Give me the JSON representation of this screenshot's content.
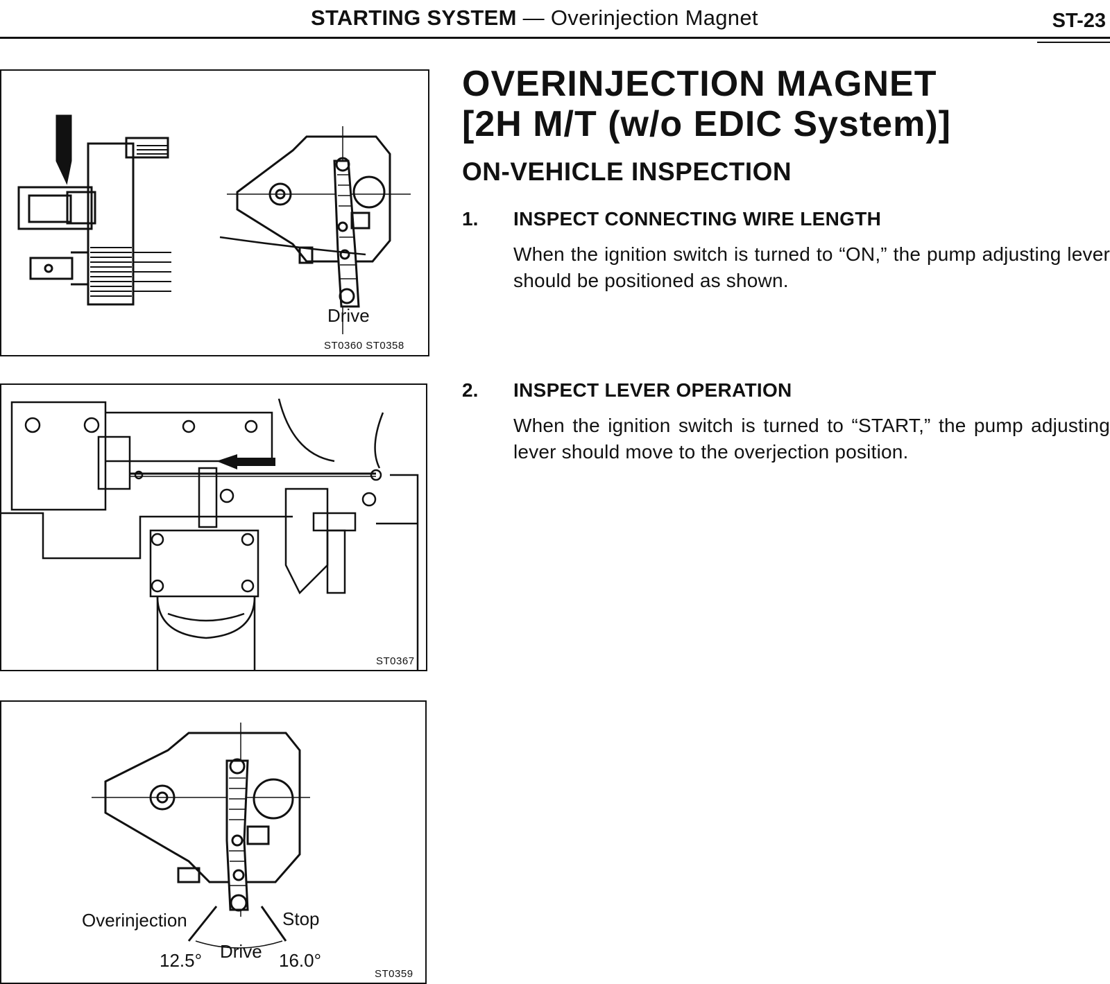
{
  "header": {
    "section": "STARTING SYSTEM",
    "separator": "—",
    "subsection": "Overinjection Magnet",
    "page_number": "ST-23"
  },
  "title": {
    "line1": "OVERINJECTION MAGNET",
    "line2": "[2H M/T (w/o EDIC System)]"
  },
  "section_heading": "ON-VEHICLE INSPECTION",
  "steps": [
    {
      "number": "1.",
      "title": "INSPECT CONNECTING WIRE LENGTH",
      "text": "When the ignition switch is turned to “ON,” the pump adjusting lever should be positioned as shown."
    },
    {
      "number": "2.",
      "title": "INSPECT LEVER OPERATION",
      "text": "When the ignition switch is turned to “START,” the pump adjusting lever should move to the overjection position."
    }
  ],
  "figures": [
    {
      "label": "Drive",
      "code": "ST0360  ST0358"
    },
    {
      "code": "ST0367"
    },
    {
      "labels": {
        "left": "Overinjection",
        "right": "Stop",
        "center": "Drive",
        "angle_left": "12.5°",
        "angle_right": "16.0°"
      },
      "code": "ST0359"
    }
  ]
}
